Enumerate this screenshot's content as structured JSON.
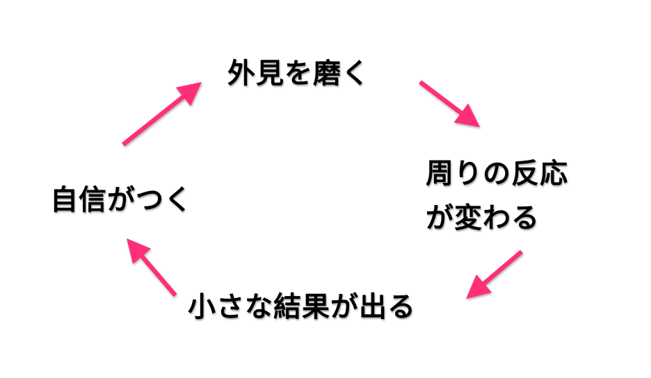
{
  "diagram": {
    "type": "cycle",
    "accent_color": "#ff2d78",
    "nodes": [
      {
        "id": "top",
        "lines": [
          "外見を磨く"
        ]
      },
      {
        "id": "right",
        "lines": [
          "周りの反応",
          "が変わる"
        ]
      },
      {
        "id": "bottom",
        "lines": [
          "小さな結果が出る"
        ]
      },
      {
        "id": "left",
        "lines": [
          "自信がつく"
        ]
      }
    ],
    "edges": [
      {
        "from": "top",
        "to": "right"
      },
      {
        "from": "right",
        "to": "bottom"
      },
      {
        "from": "bottom",
        "to": "left"
      },
      {
        "from": "left",
        "to": "top"
      }
    ]
  }
}
